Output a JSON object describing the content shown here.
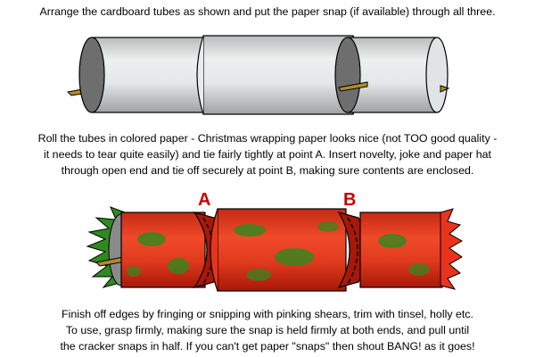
{
  "step1": {
    "lines": [
      "Arrange the cardboard tubes as shown and put the paper snap (if available) through all three."
    ]
  },
  "step2": {
    "lines": [
      "Roll the tubes in colored paper - Christmas wrapping paper looks nice (not TOO good quality -",
      "it needs to tear quite easily) and tie fairly tightly at point A. Insert novelty, joke and paper hat",
      "through open end and tie off securely at point B, making sure contents are enclosed."
    ]
  },
  "step3": {
    "lines": [
      "Finish off edges by fringing or snipping with pinking shears, trim with tinsel, holly etc.",
      "To use, grasp firmly, making sure the snap is held firmly at both ends, and pull until",
      "the cracker snaps in half. If you can't get paper \"snaps\" then shout BANG! as it goes!"
    ]
  },
  "labels": {
    "point_a": "A",
    "point_b": "B"
  },
  "colors": {
    "tube_light": "#e8ecec",
    "tube_shade": "#b8bcbc",
    "tube_end": "#6e6e6e",
    "snap": "#b08a2a",
    "wrap_red": "#e8341c",
    "wrap_dark_red": "#a81808",
    "wrap_green": "#2e8a1e",
    "label_red": "#cc0000"
  }
}
